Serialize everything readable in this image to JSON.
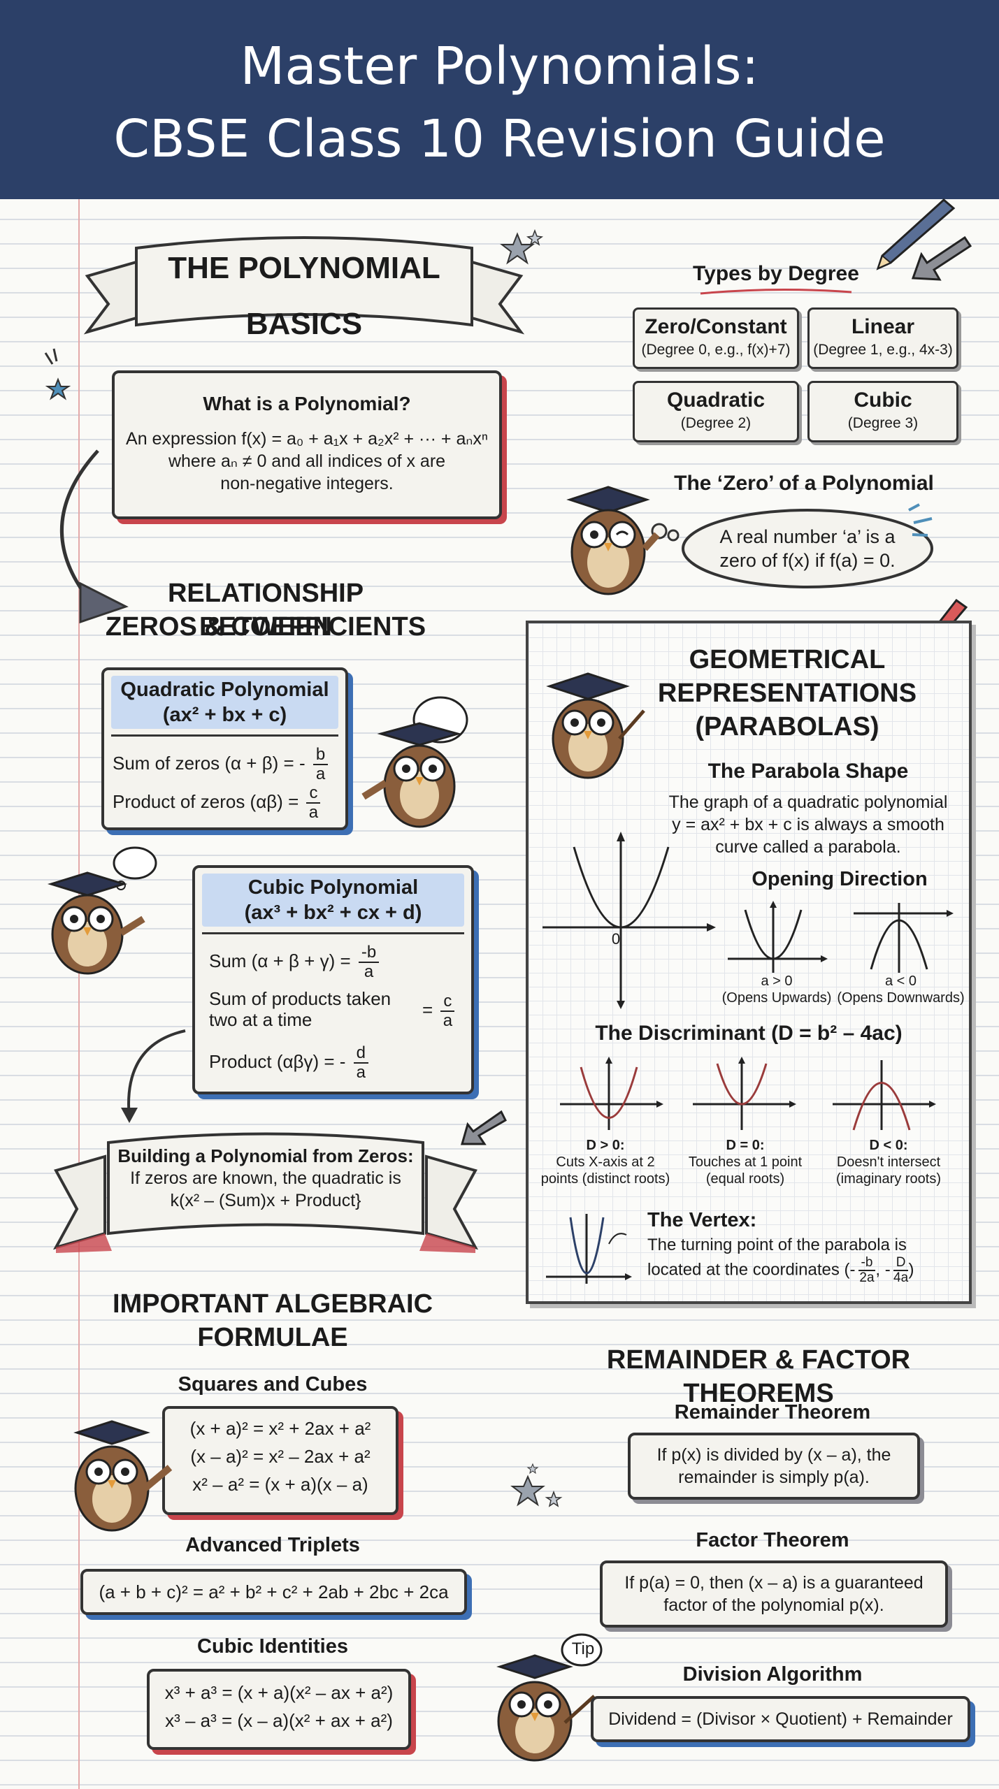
{
  "header": {
    "title_line1": "Master Polynomials:",
    "title_line2": "CBSE Class 10 Revision Guide"
  },
  "basics": {
    "banner_line1": "THE POLYNOMIAL",
    "banner_line2": "BASICS",
    "card_title": "What is a Polynomial?",
    "card_line1": "An expression f(x) = a₀ + a₁x + a₂x² + ··· + aₙxⁿ",
    "card_line2": "where aₙ ≠ 0 and all indices of x are",
    "card_line3": "non-negative integers."
  },
  "types": {
    "title": "Types by Degree",
    "items": [
      {
        "name": "Zero/Constant",
        "desc": "(Degree 0, e.g., f(x)+7)"
      },
      {
        "name": "Linear",
        "desc": "(Degree 1, e.g., 4x-3)"
      },
      {
        "name": "Quadratic",
        "desc": "(Degree 2)"
      },
      {
        "name": "Cubic",
        "desc": "(Degree 3)"
      }
    ]
  },
  "zero": {
    "title": "The ‘Zero’ of a Polynomial",
    "line1": "A real number ‘a’ is a",
    "line2": "zero of f(x) if f(a) = 0."
  },
  "relationship": {
    "title_line1": "RELATIONSHIP BETWEEN",
    "title_line2": "ZEROS & COEFFICIENTS",
    "quad_title": "Quadratic Polynomial",
    "quad_formula": "(ax² + bx + c)",
    "quad_sum": "Sum of zeros (α + β) = -",
    "quad_sum_n": "b",
    "quad_sum_d": "a",
    "quad_prod": "Product of zeros (αβ) =",
    "quad_prod_n": "c",
    "quad_prod_d": "a",
    "cubic_title": "Cubic Polynomial",
    "cubic_formula": "(ax³ + bx² + cx + d)",
    "cubic_sum": "Sum (α + β + γ) =",
    "cubic_sum_n": "-b",
    "cubic_sum_d": "a",
    "cubic_sp1": "Sum of products taken",
    "cubic_sp2": "two at a time",
    "cubic_sp_eq": "=",
    "cubic_sp_n": "c",
    "cubic_sp_d": "a",
    "cubic_prod": "Product (αβγ) = -",
    "cubic_prod_n": "d",
    "cubic_prod_d": "a"
  },
  "building": {
    "line1": "Building a Polynomial from Zeros:",
    "line2": "If zeros are known, the quadratic is",
    "line3": "k(x² – (Sum)x + Product}"
  },
  "geometry": {
    "title_line1": "GEOMETRICAL",
    "title_line2": "REPRESENTATIONS",
    "title_line3": "(PARABOLAS)",
    "shape_title": "The Parabola Shape",
    "shape_line1": "The graph of a quadratic polynomial",
    "shape_line2": "y = ax² + bx + c is always a smooth",
    "shape_line3": "curve called a parabola.",
    "origin": "0",
    "open_title": "Opening Direction",
    "up_cond": "a > 0",
    "up_text": "(Opens Upwards)",
    "down_cond": "a < 0",
    "down_text": "(Opens Downwards)",
    "disc_title": "The Discriminant (D = b² – 4ac)",
    "d1_cond": "D > 0:",
    "d1_l1": "Cuts X-axis at 2",
    "d1_l2": "points (distinct roots)",
    "d2_cond": "D = 0:",
    "d2_l1": "Touches at 1 point",
    "d2_l2": "(equal roots)",
    "d3_cond": "D < 0:",
    "d3_l1": "Doesn't intersect",
    "d3_l2": "(imaginary roots)",
    "vertex_title": "The Vertex:",
    "vertex_l1": "The turning point of the parabola is",
    "vertex_l2": "located at the coordinates (-",
    "vertex_n1": "-b",
    "vertex_d1": "2a",
    "vertex_sep": ", -",
    "vertex_n2": "D",
    "vertex_d2": "4a",
    "vertex_end": ")"
  },
  "algebra": {
    "title_line1": "IMPORTANT ALGEBRAIC",
    "title_line2": "FORMULAE",
    "sq_title": "Squares and Cubes",
    "sq1": "(x + a)² = x² + 2ax + a²",
    "sq2": "(x – a)² = x² – 2ax + a²",
    "sq3": "x² – a² = (x + a)(x – a)",
    "trip_title": "Advanced Triplets",
    "trip1": "(a + b + c)² = a² + b² + c² + 2ab + 2bc + 2ca",
    "cub_title": "Cubic Identities",
    "cub1": "x³ + a³ = (x + a)(x² – ax + a²)",
    "cub2": "x³ – a³ = (x – a)(x² + ax + a²)"
  },
  "theorems": {
    "title": "REMAINDER & FACTOR THEOREMS",
    "rem_title": "Remainder Theorem",
    "rem_l1": "If p(x) is divided by (x – a), the",
    "rem_l2": "remainder is simply p(a).",
    "fac_title": "Factor Theorem",
    "fac_l1": "If p(a) = 0, then (x – a) is a guaranteed",
    "fac_l2": "factor of the polynomial p(x).",
    "div_title": "Division Algorithm",
    "div_l1": "Dividend = (Divisor × Quotient) + Remainder",
    "tip": "Tip"
  },
  "colors": {
    "header": "#2c4068",
    "accent_red": "#c8454c",
    "accent_blue": "#3d6fb4",
    "owl": "#8a5e3c",
    "curve": "#9a3b3b"
  }
}
